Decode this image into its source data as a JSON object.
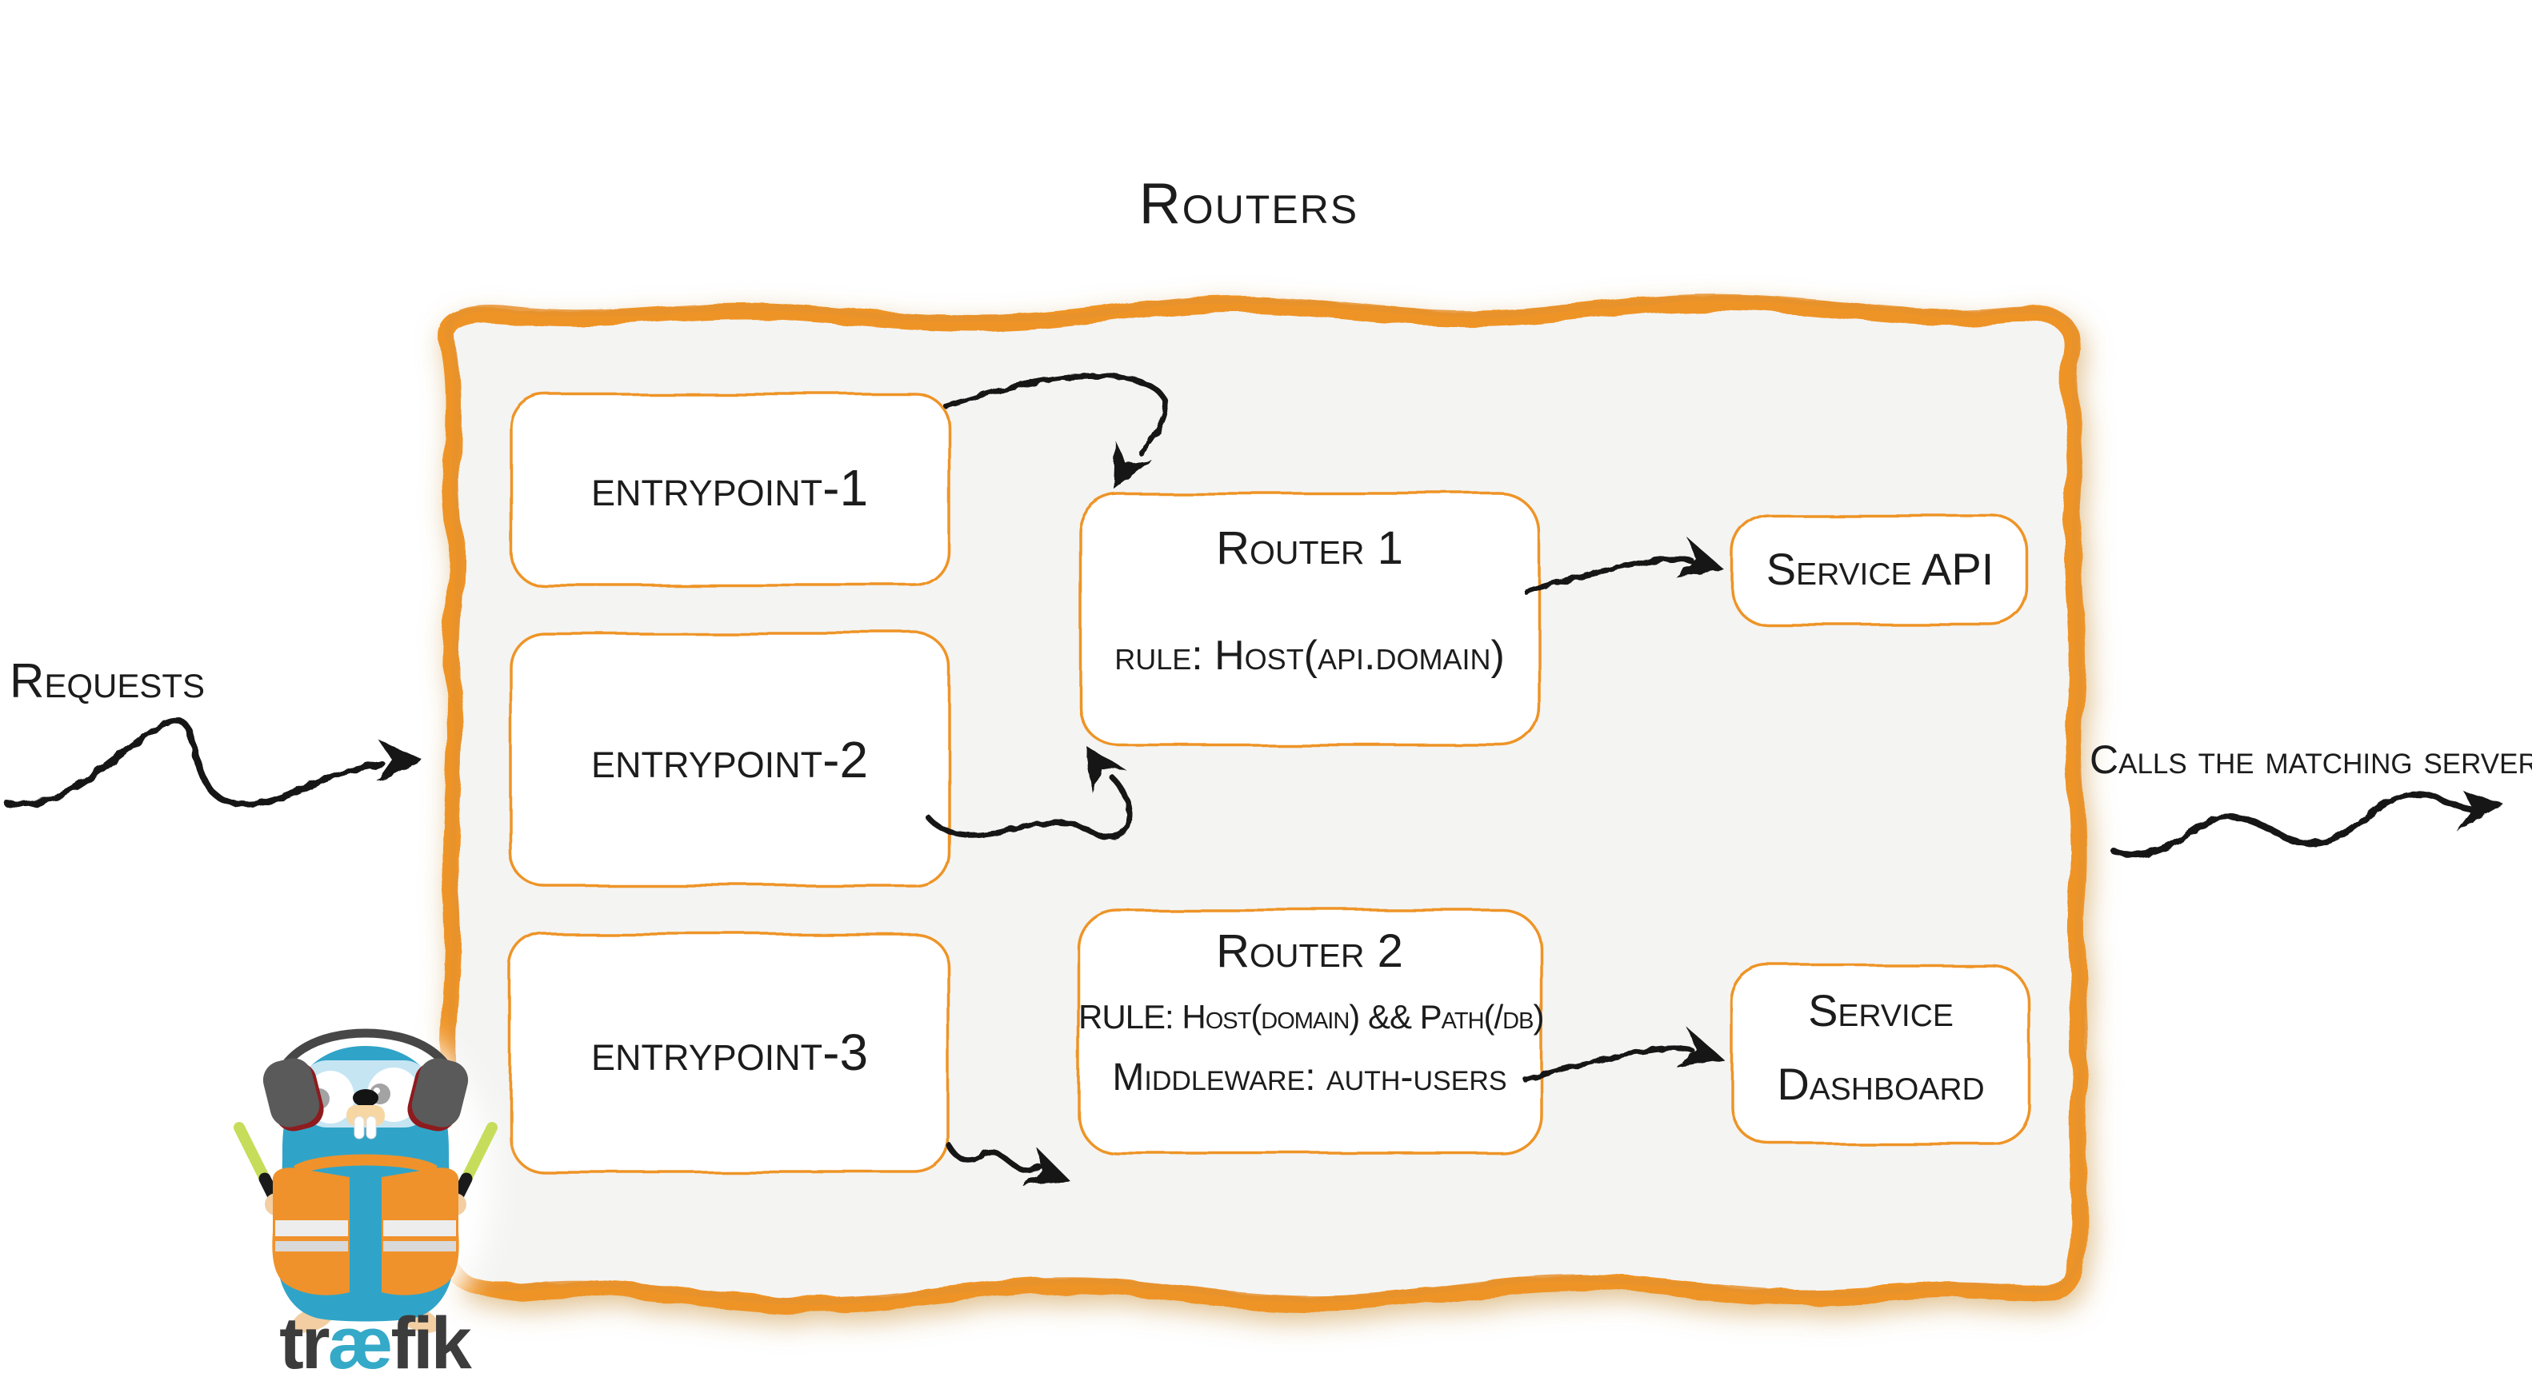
{
  "diagram": {
    "title": "Routers",
    "inbound_label": "Requests",
    "outbound_label": "Calls the matching server",
    "entrypoints": [
      {
        "label": "entrypoint-1"
      },
      {
        "label": "entrypoint-2"
      },
      {
        "label": "entrypoint-3"
      }
    ],
    "routers": [
      {
        "name": "Router 1",
        "rule": "rule: Host(api.domain)"
      },
      {
        "name": "Router 2",
        "rule": "RULE: Host(domain) && Path(/db)",
        "middleware": "Middleware: auth-users"
      }
    ],
    "services": [
      {
        "name": "Service API"
      },
      {
        "name": "Service Dashboard"
      }
    ],
    "logo": {
      "part1": "tr",
      "part2": "æ",
      "part3": "fik",
      "mascot": "traefik-gopher-mascot"
    },
    "colors": {
      "accent_orange": "#EE9428",
      "ink_black": "#161616",
      "panel_gray": "#F4F4F3",
      "logo_blue": "#35A9C8",
      "logo_gray": "#3C3C3C"
    }
  }
}
